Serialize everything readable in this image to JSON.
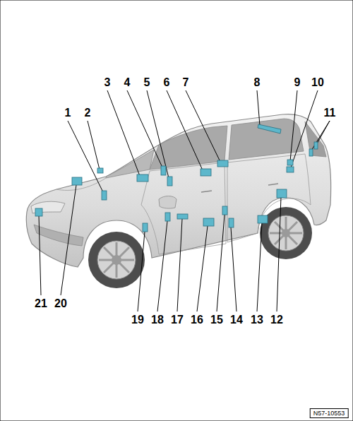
{
  "diagram": {
    "labels": [
      "1",
      "2",
      "3",
      "4",
      "5",
      "6",
      "7",
      "8",
      "9",
      "10",
      "11",
      "12",
      "13",
      "14",
      "15",
      "16",
      "17",
      "18",
      "19",
      "20",
      "21",
      "N57-10553"
    ]
  }
}
